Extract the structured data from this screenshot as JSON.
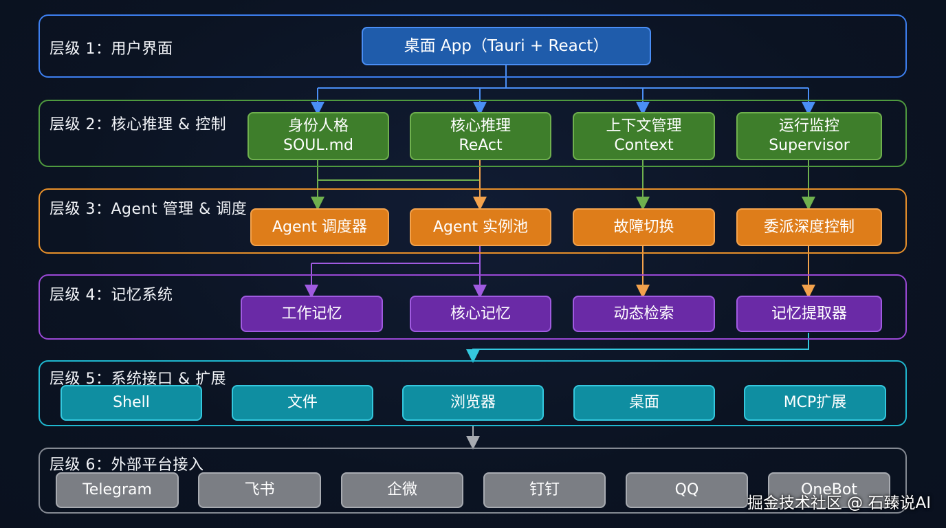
{
  "layers": [
    {
      "title": "层级 1：用户界面",
      "color": "#3d7ff0"
    },
    {
      "title": "层级 2：核心推理 & 控制",
      "color": "#4f9a3f"
    },
    {
      "title": "层级 3：Agent 管理 & 调度",
      "color": "#e8902a"
    },
    {
      "title": "层级 4：记忆系统",
      "color": "#9a48d6"
    },
    {
      "title": "层级 5：系统接口 & 扩展",
      "color": "#1fb8d0"
    },
    {
      "title": "层级 6：外部平台接入",
      "color": "#858a93"
    }
  ],
  "layer1": {
    "app": "桌面 App（Tauri + React）"
  },
  "layer2": [
    {
      "line1": "身份人格",
      "line2": "SOUL.md"
    },
    {
      "line1": "核心推理",
      "line2": "ReAct"
    },
    {
      "line1": "上下文管理",
      "line2": "Context"
    },
    {
      "line1": "运行监控",
      "line2": "Supervisor"
    }
  ],
  "layer3": [
    "Agent 调度器",
    "Agent 实例池",
    "故障切换",
    "委派深度控制"
  ],
  "layer4": [
    "工作记忆",
    "核心记忆",
    "动态检索",
    "记忆提取器"
  ],
  "layer5": [
    "Shell",
    "文件",
    "浏览器",
    "桌面",
    "MCP扩展"
  ],
  "layer6": [
    "Telegram",
    "飞书",
    "企微",
    "钉钉",
    "QQ",
    "OneBot"
  ],
  "watermark": "掘金技术社区 @ 石臻说AI",
  "colors": {
    "connector_blue": "#4a8ef5",
    "connector_green": "#6fb04e",
    "connector_orange": "#f3a24c",
    "connector_purple": "#a05be0",
    "connector_teal": "#34c8de",
    "connector_gray": "#a8abb1"
  }
}
